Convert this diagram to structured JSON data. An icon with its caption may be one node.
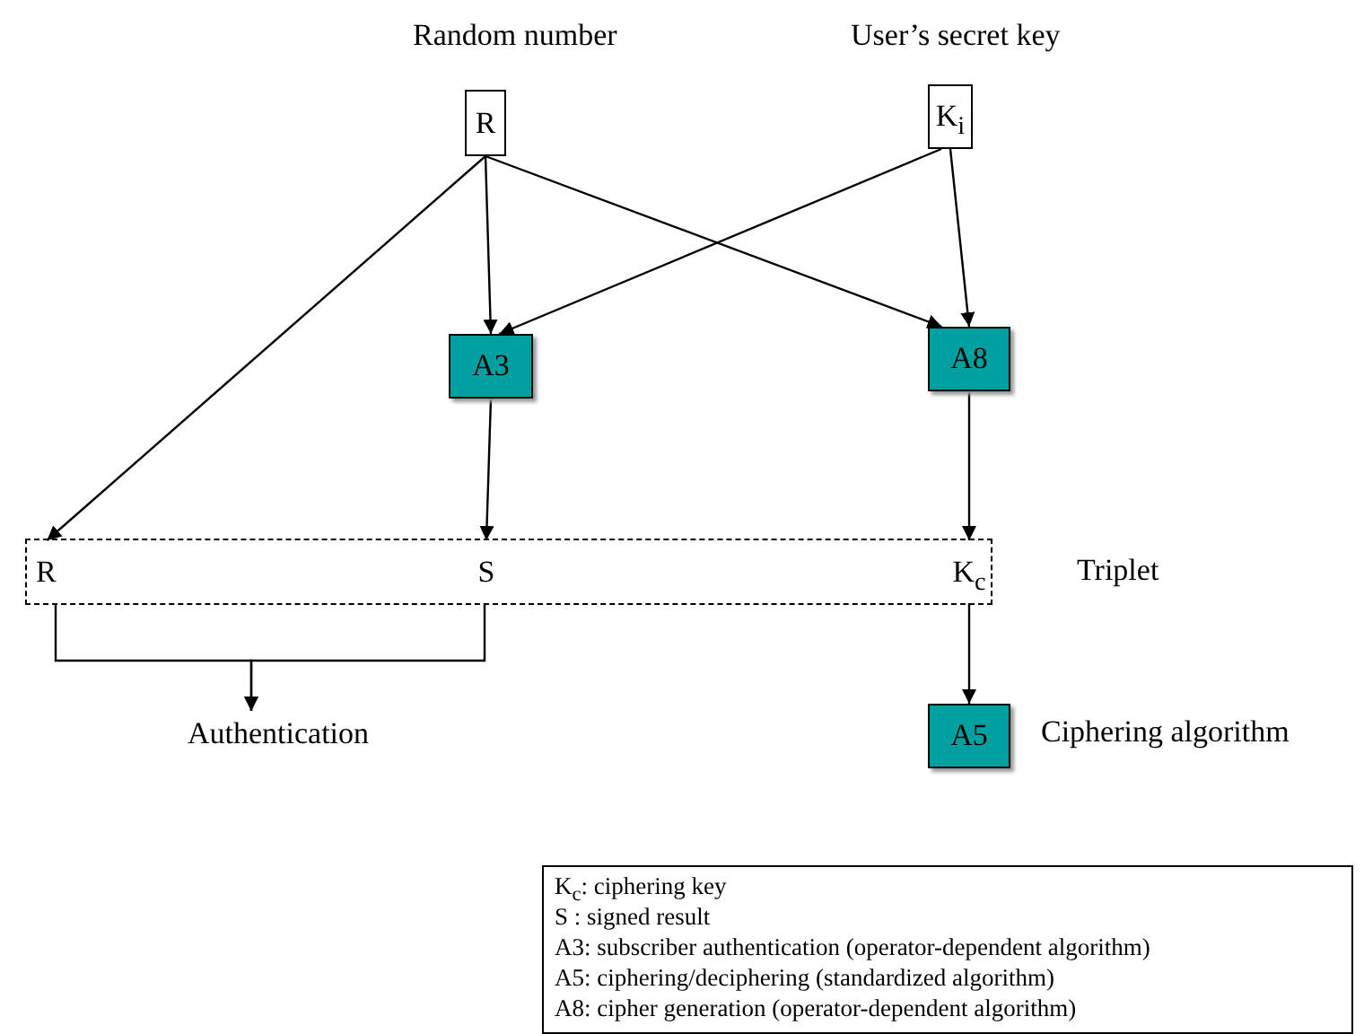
{
  "diagram": {
    "nodes": [
      {
        "text": [
          "R"
        ],
        "beside": [
          "Random number"
        ]
      },
      {
        "text": [
          "K$_{i}$"
        ],
        "beside": [
          "User’s secret key"
        ]
      },
      {
        "text": [
          "A3"
        ]
      },
      {
        "text": [
          "A8"
        ]
      },
      {
        "text": [],
        "shape": "box",
        "beside": [
          "Triplet"
        ]
      },
      {
        "text": [
          "R"
        ],
        "in": 4
      },
      {
        "text": [
          "S"
        ],
        "in": 4
      },
      {
        "text": [
          "K$_{c}$"
        ],
        "in": 4
      },
      {
        "text": [
          "Authentication"
        ]
      },
      {
        "text": [
          "A5"
        ],
        "beside": [
          "Ciphering algorithm"
        ]
      }
    ],
    "edges": [
      {
        "from": 0,
        "to": 2,
        "arrow": "to"
      },
      {
        "from": 0,
        "to": 3,
        "arrow": "to"
      },
      {
        "from": 0,
        "to": 5,
        "arrow": "to"
      },
      {
        "from": 1,
        "to": 2,
        "arrow": "to"
      },
      {
        "from": 1,
        "to": 3,
        "arrow": "to"
      },
      {
        "from": 2,
        "to": 6,
        "arrow": "to"
      },
      {
        "from": 3,
        "to": 7,
        "arrow": "to"
      },
      {
        "from": 7,
        "to": 9,
        "arrow": "to"
      },
      {
        "from": 5,
        "to": 8,
        "arrow": "to"
      },
      {
        "from": 6,
        "to": 8,
        "arrow": "to"
      }
    ],
    "labels": [
      "K$_{c}$: ciphering key",
      "S : signed result",
      "A3: subscriber authentication (operator-dependent algorithm)",
      "A5: ciphering/deciphering (standardized algorithm)",
      "A8: cipher generation (operator-dependent algorithm)"
    ]
  }
}
